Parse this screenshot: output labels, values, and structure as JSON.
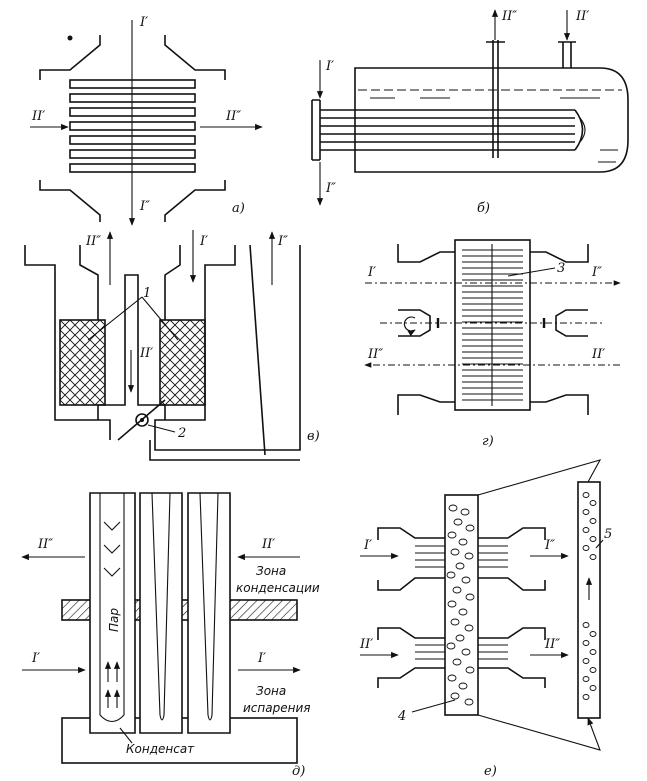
{
  "panels": {
    "a": {
      "caption": "а)",
      "flow_top": "I′",
      "flow_bottom": "I″",
      "flow_left": "II′",
      "flow_right": "II″"
    },
    "b": {
      "caption": "б)",
      "flow_left_top": "I′",
      "flow_left_bottom": "I″",
      "flow_top_out": "II″",
      "flow_top_in": "II′"
    },
    "v": {
      "caption": "в)",
      "flow_out": "II″",
      "flow_in": "I′",
      "flow_right": "I″",
      "flow_center": "II′",
      "label_1": "1",
      "label_2": "2"
    },
    "g": {
      "caption": "г)",
      "flow_in_top": "I′",
      "flow_out_top": "I″",
      "flow_out_bottom": "II″",
      "flow_in_bottom": "II′",
      "label_3": "3"
    },
    "d": {
      "caption": "д)",
      "flow_top_left": "II″",
      "flow_top_right": "II′",
      "flow_bottom_left": "I′",
      "flow_bottom_right": "I′",
      "zone_condensation_1": "Зона",
      "zone_condensation_2": "конденсации",
      "zone_evaporation_1": "Зона",
      "zone_evaporation_2": "испарения",
      "vapor": "Пар",
      "condensate": "Конденсат"
    },
    "e": {
      "caption": "е)",
      "flow_top_left": "I′",
      "flow_top_right": "I″",
      "flow_bottom_left": "II′",
      "flow_bottom_right": "II″",
      "label_4": "4",
      "label_5": "5"
    }
  }
}
